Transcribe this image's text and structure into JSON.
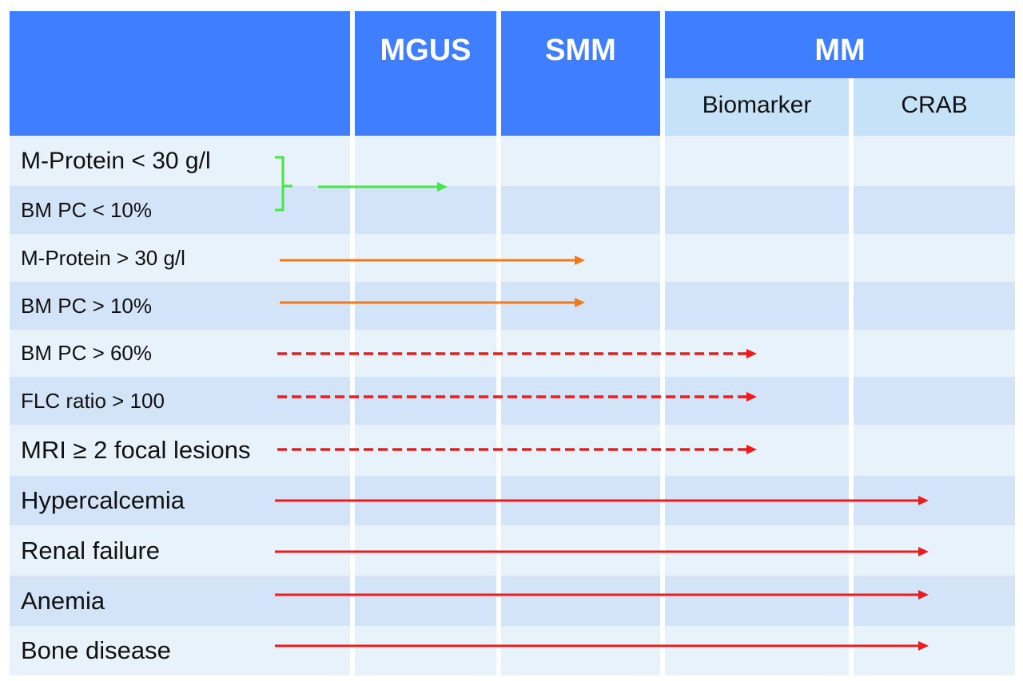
{
  "header": {
    "columns": [
      "MGUS",
      "SMM",
      "MM"
    ],
    "mm_subcolumns": [
      "Biomarker",
      "CRAB"
    ]
  },
  "rows": [
    {
      "label": "M-Protein <  30 g/l",
      "arrow": "green-bracket",
      "reaches": "MGUS"
    },
    {
      "label": "BM PC < 10%",
      "arrow": "green-bracket",
      "reaches": "MGUS"
    },
    {
      "label": "M-Protein  >  30 g/l",
      "arrow": "solid-orange",
      "reaches": "SMM"
    },
    {
      "label": "BM PC > 10%",
      "arrow": "solid-orange",
      "reaches": "SMM"
    },
    {
      "label": "BM PC > 60%",
      "arrow": "dashed-red",
      "reaches": "Biomarker"
    },
    {
      "label": "FLC ratio > 100",
      "arrow": "dashed-red",
      "reaches": "Biomarker"
    },
    {
      "label": "MRI ≥ 2 focal lesions",
      "arrow": "dashed-red",
      "reaches": "Biomarker"
    },
    {
      "label": "Hypercalcemia",
      "arrow": "solid-red",
      "reaches": "CRAB"
    },
    {
      "label": "Renal failure",
      "arrow": "solid-red",
      "reaches": "CRAB"
    },
    {
      "label": "Anemia",
      "arrow": "solid-red",
      "reaches": "CRAB"
    },
    {
      "label": "Bone disease",
      "arrow": "solid-red",
      "reaches": "CRAB"
    }
  ],
  "colors": {
    "header": "#3f7efe",
    "subheader": "#c6e2f8",
    "green": "#44e844",
    "orange": "#f07a1a",
    "red": "#f01a1a"
  }
}
